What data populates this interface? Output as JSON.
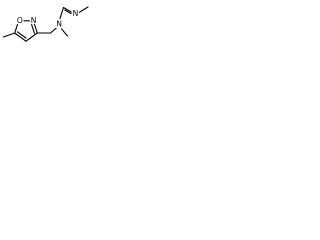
{
  "molecule": {
    "atoms": {
      "o_ring": "O",
      "n_ring": "N",
      "n_amine": "N",
      "n_imine": "N"
    }
  }
}
